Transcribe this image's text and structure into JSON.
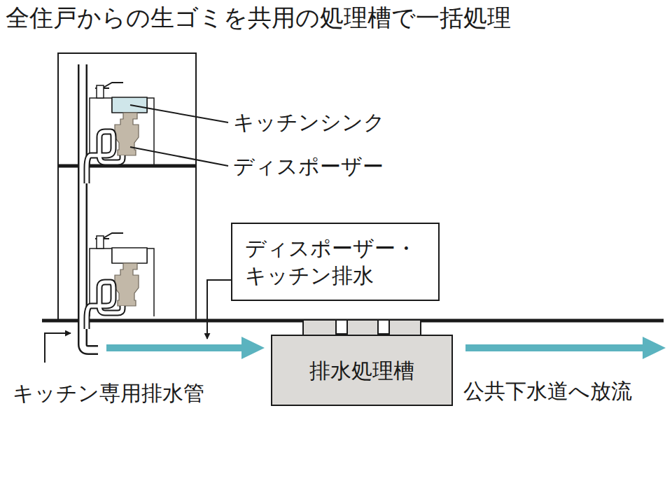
{
  "diagram": {
    "title": "全住戸からの生ゴミを共用の処理槽で一括処理",
    "nodes": [
      {
        "text": [
          "ディスポーザー・ キッチン排水"
        ]
      },
      {
        "text": [
          "排水処理槽"
        ]
      }
    ],
    "labels": [
      "キッチンシンク",
      "ディスポーザー",
      "キッチン専用排水管",
      "公共下水道へ放流"
    ]
  }
}
